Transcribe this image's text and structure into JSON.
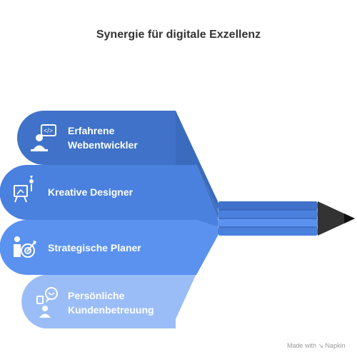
{
  "title": "Synergie für digitale Exzellenz",
  "items": [
    {
      "label_line1": "Erfahrene",
      "label_line2": "Webentwickler",
      "icon": "web-developer-icon",
      "color": "#3f72c8"
    },
    {
      "label_line1": "Kreative Designer",
      "label_line2": "",
      "icon": "designer-easel-icon",
      "color": "#4a80de"
    },
    {
      "label_line1": "Strategische Planer",
      "label_line2": "",
      "icon": "target-planner-icon",
      "color": "#5b92f0"
    },
    {
      "label_line1": "Persönliche",
      "label_line2": "Kundenbetreuung",
      "icon": "customer-support-icon",
      "color": "#9bbdf7"
    }
  ],
  "pencil_tip_color": "#333333",
  "footer": "Made with ↘ Napkin"
}
